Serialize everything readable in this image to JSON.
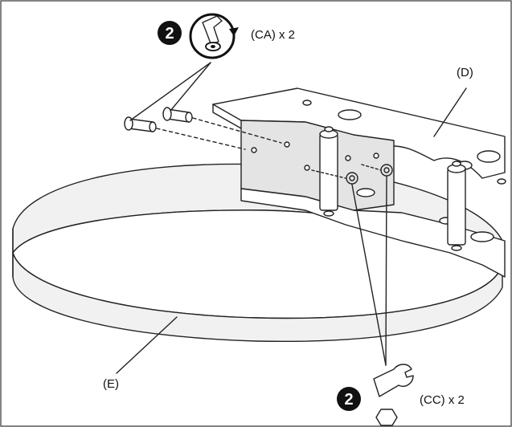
{
  "diagram": {
    "step_number": "2",
    "callouts": {
      "top_fastener": "(CA) x 2",
      "bottom_fastener": "(CC) x 2"
    },
    "part_labels": {
      "bracket": "(D)",
      "ring": "(E)"
    },
    "icons": {
      "top": "rotate-screwdriver-icon",
      "bottom": "wrench-nut-icon"
    }
  }
}
